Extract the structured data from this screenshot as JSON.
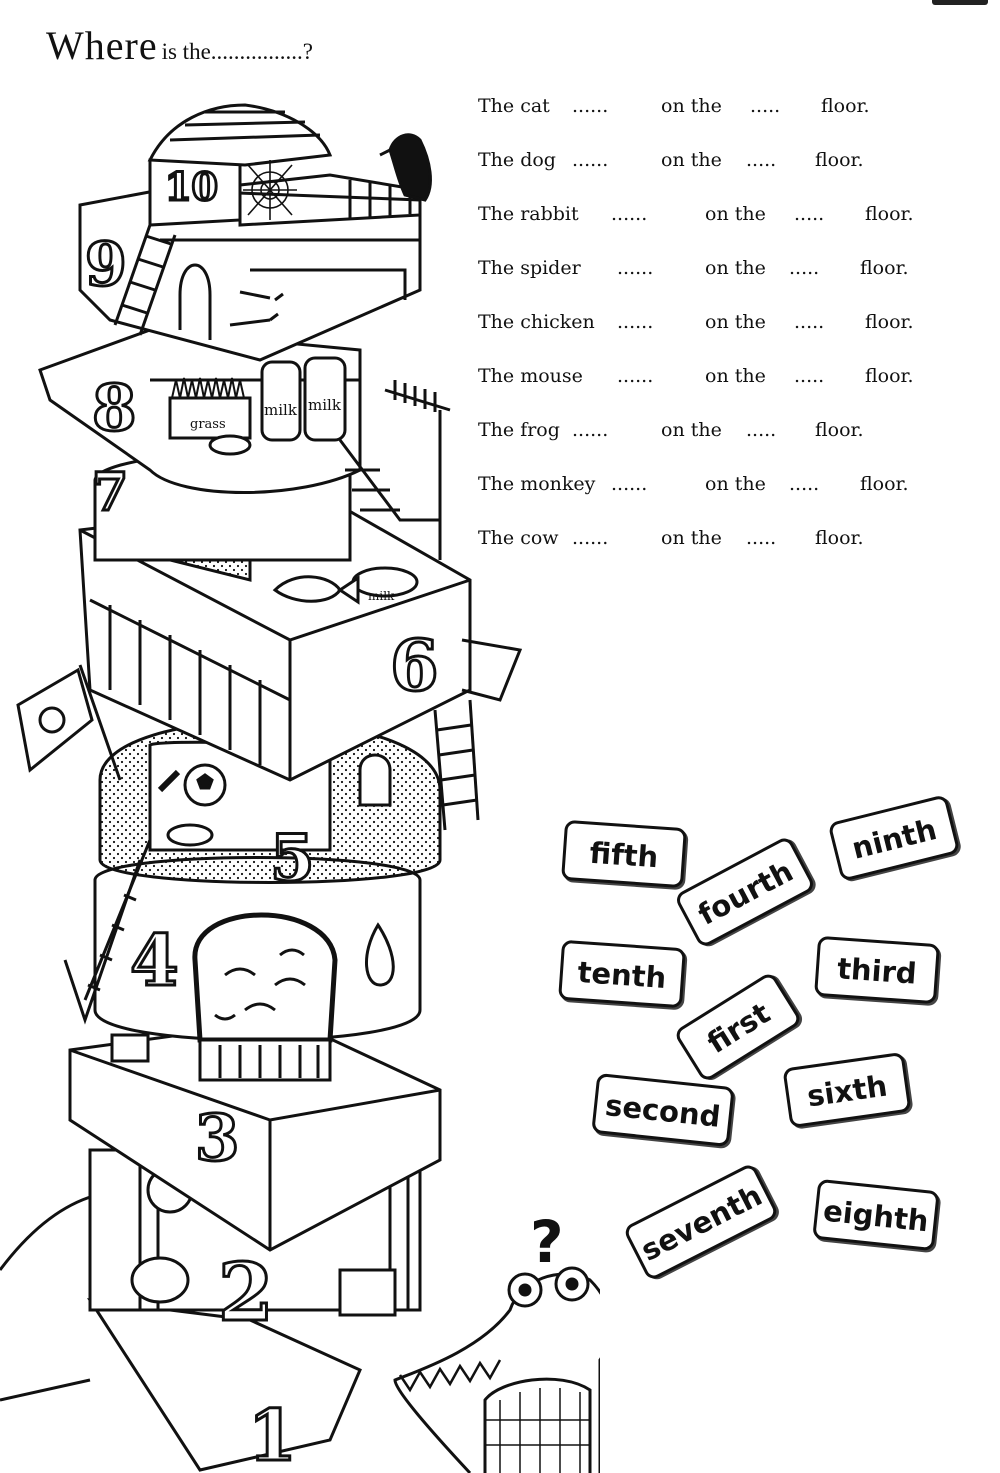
{
  "title": {
    "main": "Where",
    "rest": "is the................?"
  },
  "sentences": [
    {
      "subject": "The cat",
      "blank1": "......",
      "middle": "on the",
      "blank2": ".....",
      "end": "floor."
    },
    {
      "subject": "The dog",
      "blank1": "......",
      "middle": "on the",
      "blank2": ".....",
      "end": "floor."
    },
    {
      "subject": "The rabbit",
      "blank1": "......",
      "middle": "on the",
      "blank2": ".....",
      "end": "floor."
    },
    {
      "subject": "The spider",
      "blank1": "......",
      "middle": "on the",
      "blank2": ".....",
      "end": "floor."
    },
    {
      "subject": "The chicken",
      "blank1": "......",
      "middle": "on the",
      "blank2": ".....",
      "end": "floor."
    },
    {
      "subject": "The mouse",
      "blank1": "......",
      "middle": "on the",
      "blank2": ".....",
      "end": "floor."
    },
    {
      "subject": "The frog",
      "blank1": "......",
      "middle": "on the",
      "blank2": ".....",
      "end": "floor."
    },
    {
      "subject": "The monkey",
      "blank1": "......",
      "middle": "on the",
      "blank2": ".....",
      "end": "floor."
    },
    {
      "subject": "The cow",
      "blank1": "......",
      "middle": "on the",
      "blank2": ".....",
      "end": "floor."
    }
  ],
  "word_bank": [
    "fifth",
    "fourth",
    "ninth",
    "tenth",
    "third",
    "first",
    "second",
    "sixth",
    "seventh",
    "eighth"
  ],
  "illustration": {
    "floor_numbers": [
      "1",
      "2",
      "3",
      "4",
      "5",
      "6",
      "7",
      "8",
      "9",
      "10"
    ],
    "labels": {
      "grass": "grass",
      "milk": "milk"
    },
    "question_mark": "?"
  }
}
